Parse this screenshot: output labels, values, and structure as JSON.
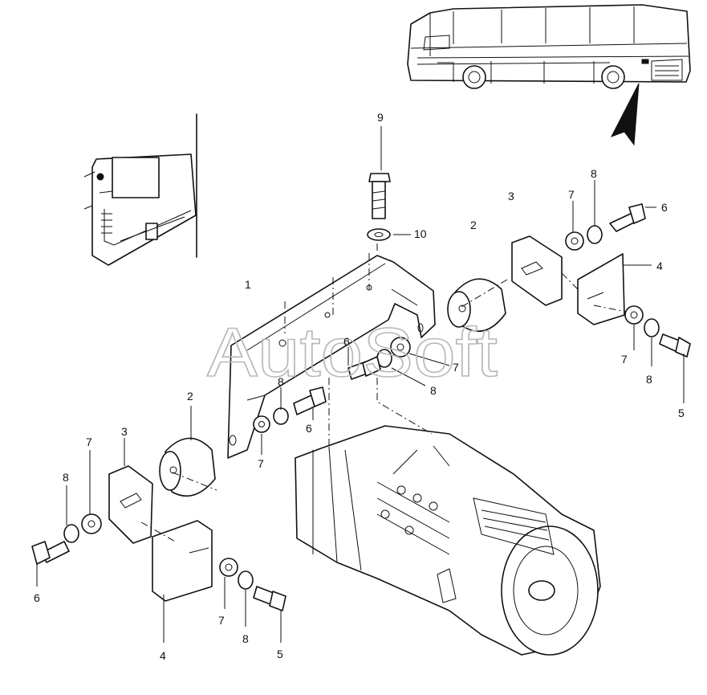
{
  "watermark": "AutoSoft",
  "callouts": {
    "n1": "1",
    "n2": "2",
    "n3": "3",
    "n4": "4",
    "n5": "5",
    "n6": "6",
    "n7": "7",
    "n8": "8",
    "n9": "9",
    "n10": "10"
  }
}
